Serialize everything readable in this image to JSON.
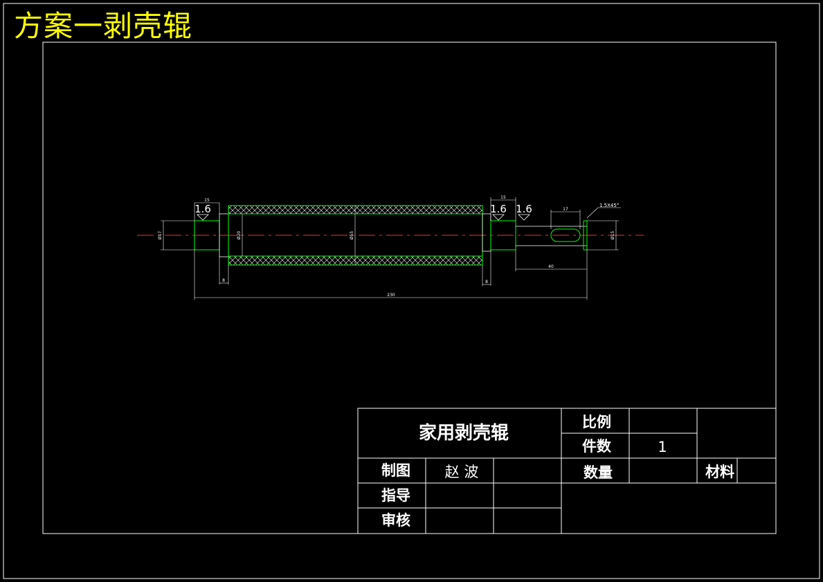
{
  "drawing_title": "方案一剥壳辊",
  "part_name": "家用剥壳辊",
  "title_block": {
    "scale_label": "比例",
    "pieces_label": "件数",
    "pieces_value": "1",
    "drafted_label": "制图",
    "drafter": "赵 波",
    "quantity_label": "数量",
    "material_label": "材料",
    "guide_label": "指导",
    "review_label": "审核"
  },
  "dimensions": {
    "left_len": "15",
    "left_dia": "Ø17",
    "bore_dia": "Ø20",
    "roller_dia": "Ø55",
    "left_step": "8",
    "right_step": "8",
    "right_len": "15",
    "keyway_len": "17",
    "chamfer": "1.5X45°",
    "shaft_end_dia": "Ø15",
    "right_end_len": "40",
    "total_len": "230"
  },
  "roughness": {
    "r1": "1.6",
    "r2": "1.6",
    "r3": "1.6"
  },
  "colors": {
    "title": "#ffff00",
    "lines": "#ffffff",
    "part": "#00ff00",
    "centerline": "#ff2a2a",
    "background": "#000000"
  }
}
